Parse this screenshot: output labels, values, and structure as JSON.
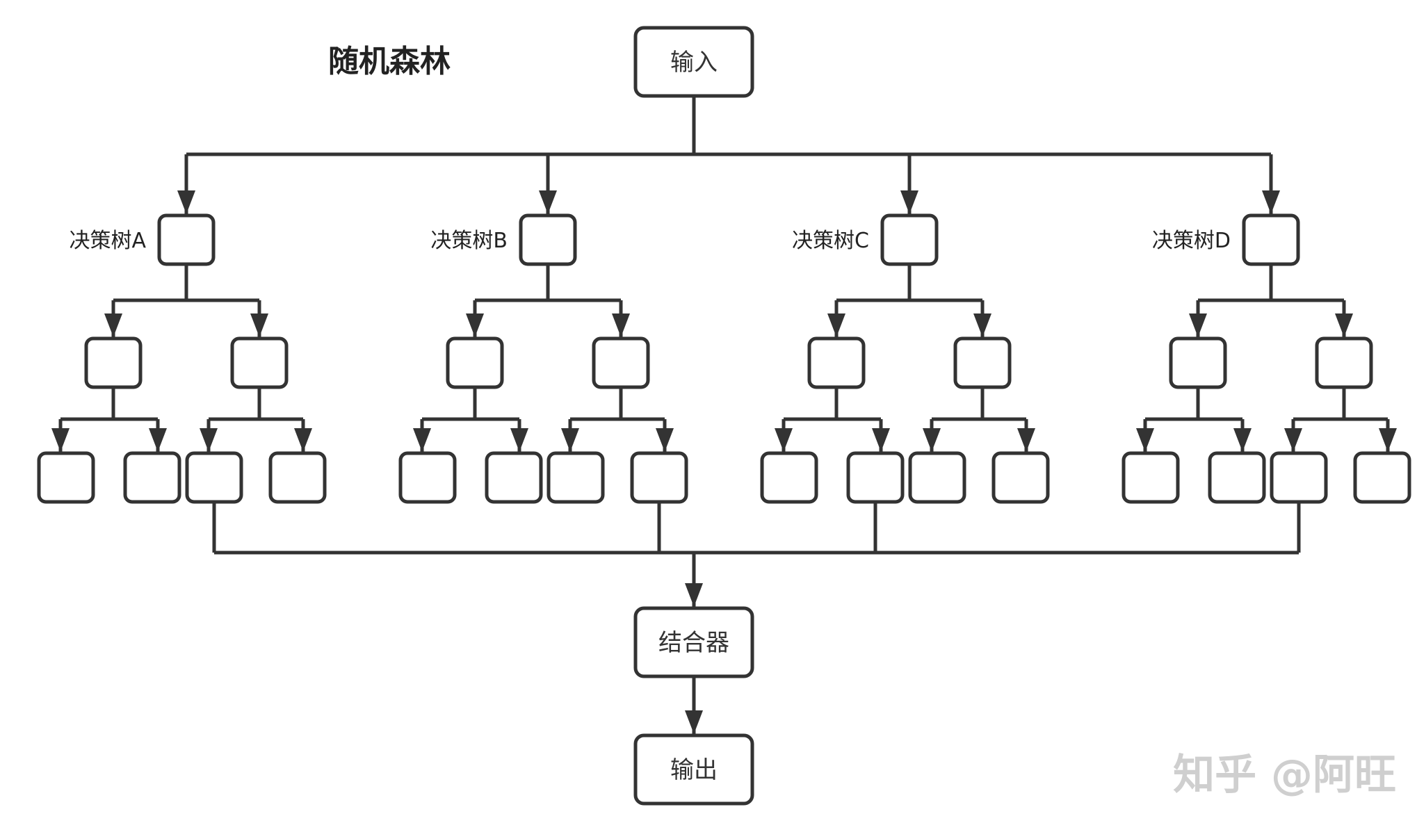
{
  "title": "随机森林",
  "input": {
    "label": "输入"
  },
  "combiner": {
    "label": "结合器"
  },
  "output": {
    "label": "输出"
  },
  "trees": [
    {
      "label": "决策树A",
      "selected_leaf": 3
    },
    {
      "label": "决策树B",
      "selected_leaf": 4
    },
    {
      "label": "决策树C",
      "selected_leaf": 2
    },
    {
      "label": "决策树D",
      "selected_leaf": 3
    }
  ],
  "watermark": "知乎 @阿旺"
}
